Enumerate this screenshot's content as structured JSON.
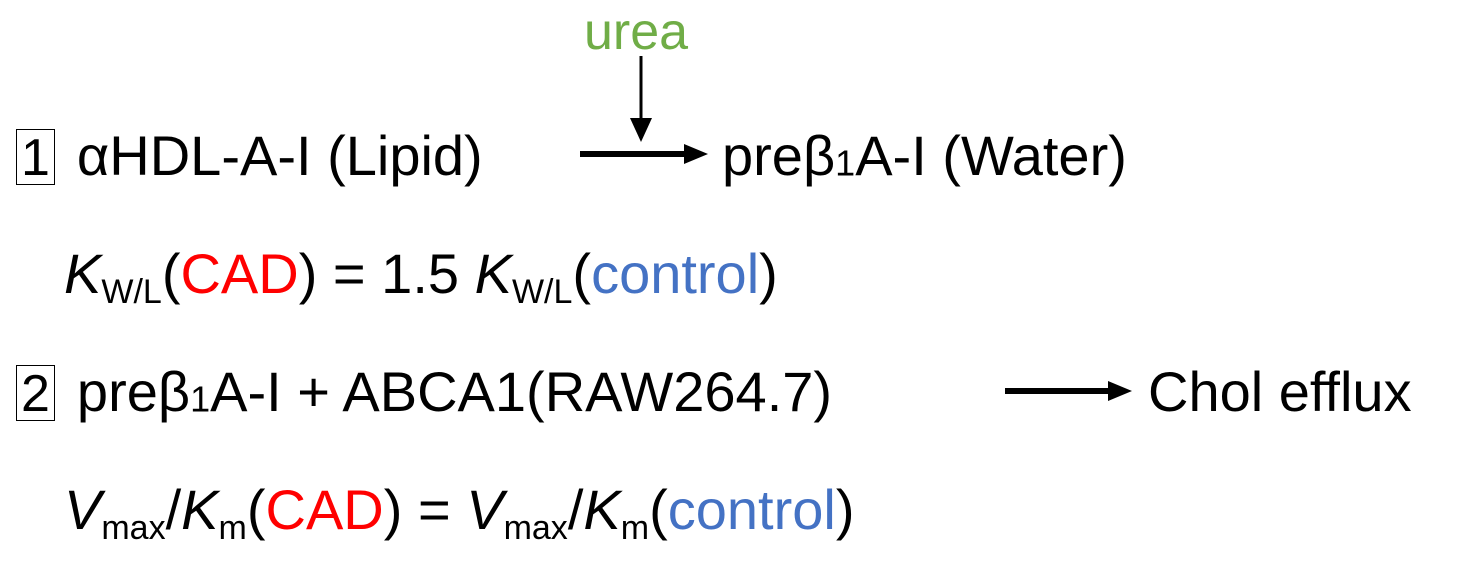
{
  "reaction1": {
    "number": "1",
    "reactant": "αHDL-A-I (Lipid)",
    "product_prefix": "preβ",
    "product_sub": "1",
    "product_suffix": "A-I (Water)",
    "catalyst": "urea"
  },
  "equation1": {
    "k_symbol": "K",
    "k_sub": "W/L",
    "open_paren": "(",
    "cad_label": "CAD",
    "close_paren": ")",
    "equals_coef": " = 1.5 ",
    "k_symbol2": "K",
    "k_sub2": "W/L",
    "open_paren2": "(",
    "control_label": "control",
    "close_paren2": ")"
  },
  "reaction2": {
    "number": "2",
    "reactant_prefix": "preβ",
    "reactant_sub": "1",
    "reactant_suffix": "A-I + ABCA1(RAW264.7)",
    "product": "Chol efflux"
  },
  "equation2": {
    "v_symbol": "V",
    "v_sub": "max",
    "slash": "/",
    "k_symbol": "K",
    "k_sub": "m",
    "open_paren": "(",
    "cad_label": "CAD",
    "close_paren": ")",
    "equals": " = ",
    "v_symbol2": "V",
    "v_sub2": "max",
    "slash2": "/",
    "k_symbol2": "K",
    "k_sub2": "m",
    "open_paren2": "(",
    "control_label": "control",
    "close_paren2": ")"
  },
  "colors": {
    "cad": "#ff0000",
    "control": "#4472c4",
    "urea": "#70ad47",
    "text": "#000000"
  }
}
